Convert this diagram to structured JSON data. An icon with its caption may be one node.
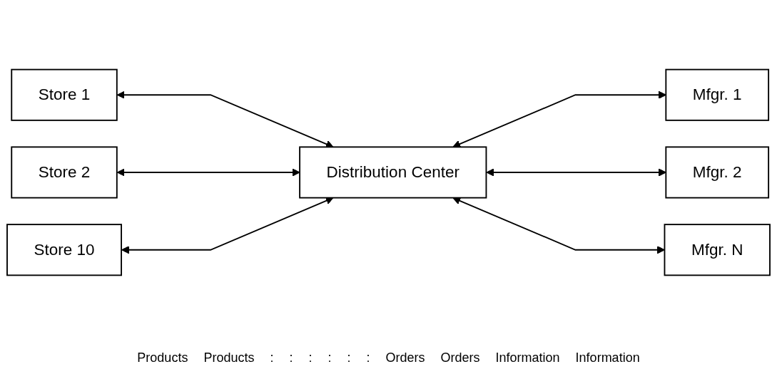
{
  "diagram": {
    "nodes": [
      {
        "text": [
          "Store 1"
        ]
      },
      {
        "text": [
          "Store 2"
        ]
      },
      {
        "text": [
          "Store 10"
        ]
      },
      {
        "text": [
          "Distribution Center"
        ]
      },
      {
        "text": [
          "Mfgr. 1"
        ]
      },
      {
        "text": [
          "Mfgr. 2"
        ]
      },
      {
        "text": [
          "Mfgr. N"
        ]
      }
    ],
    "edges": [
      {
        "from": 0,
        "to": 3,
        "arrow": "both"
      },
      {
        "from": 1,
        "to": 3,
        "arrow": "both"
      },
      {
        "from": 2,
        "to": 3,
        "arrow": "both"
      },
      {
        "from": 3,
        "to": 4,
        "arrow": "both"
      },
      {
        "from": 3,
        "to": 5,
        "arrow": "both"
      },
      {
        "from": 3,
        "to": 6,
        "arrow": "both"
      }
    ],
    "labels": [
      "Products",
      "Products",
      ":",
      ":",
      ":",
      ":",
      ":",
      ":",
      "Orders",
      "Orders",
      "Information",
      "Information"
    ]
  }
}
